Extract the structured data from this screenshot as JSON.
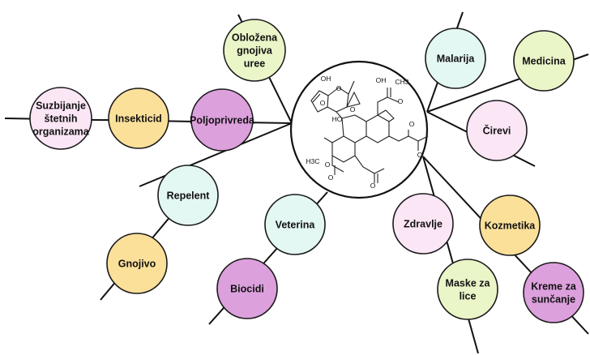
{
  "colors": {
    "purple": "#dca0dc",
    "yellow": "#fbe09a",
    "mint": "#e3f7f3",
    "lime": "#eaf5c8",
    "pink": "#fbe6f6",
    "center": "#ffffff",
    "edge": "#111111"
  },
  "center_structure": {
    "labels": [
      "OH",
      "O",
      "O",
      "HO",
      "O",
      "OH",
      "O",
      "O",
      "O",
      "O",
      "O",
      "O",
      "H3C",
      "CH3"
    ]
  },
  "nodes": [
    {
      "id": "oblozena",
      "lines": [
        "Obložena",
        "gnojiva",
        "uree"
      ],
      "color": "lime"
    },
    {
      "id": "malarija",
      "lines": [
        "Malarija"
      ],
      "color": "mint"
    },
    {
      "id": "medicina",
      "lines": [
        "Medicina"
      ],
      "color": "lime"
    },
    {
      "id": "cirevi",
      "lines": [
        "Čirevi"
      ],
      "color": "pink"
    },
    {
      "id": "suzbijanje",
      "lines": [
        "Suzbijanje",
        "štetnih",
        "organizama"
      ],
      "color": "pink"
    },
    {
      "id": "insekticid",
      "lines": [
        "Insekticid"
      ],
      "color": "yellow"
    },
    {
      "id": "poljoprivreda",
      "lines": [
        "Poljoprivreda"
      ],
      "color": "purple"
    },
    {
      "id": "repelent",
      "lines": [
        "Repelent"
      ],
      "color": "mint"
    },
    {
      "id": "gnojivo",
      "lines": [
        "Gnojivo"
      ],
      "color": "yellow"
    },
    {
      "id": "veterina",
      "lines": [
        "Veterina"
      ],
      "color": "mint"
    },
    {
      "id": "biocidi",
      "lines": [
        "Biocidi"
      ],
      "color": "purple"
    },
    {
      "id": "zdravlje",
      "lines": [
        "Zdravlje"
      ],
      "color": "pink"
    },
    {
      "id": "kozmetika",
      "lines": [
        "Kozmetika"
      ],
      "color": "yellow"
    },
    {
      "id": "maske",
      "lines": [
        "Maske za",
        "lice"
      ],
      "color": "lime"
    },
    {
      "id": "kreme",
      "lines": [
        "Kreme za",
        "sunčanje"
      ],
      "color": "purple"
    }
  ]
}
